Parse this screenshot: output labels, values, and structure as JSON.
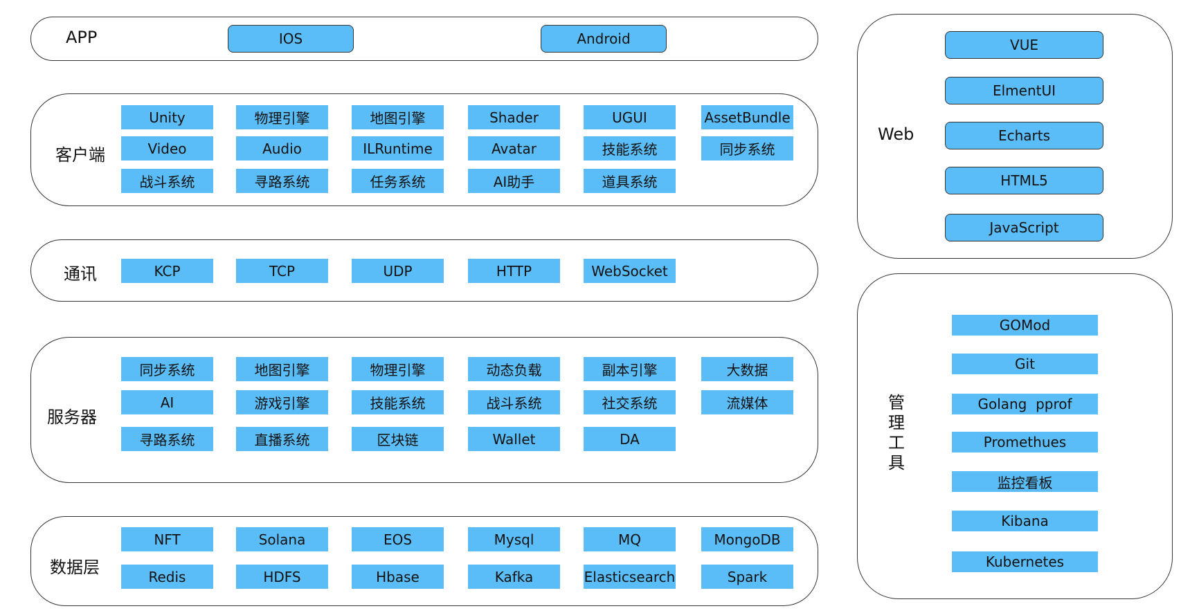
{
  "app": {
    "label": "APP",
    "items": [
      "IOS",
      "Android"
    ]
  },
  "client": {
    "label": "客户端",
    "items": [
      "Unity",
      "物理引擎",
      "地图引擎",
      "Shader",
      "UGUI",
      "AssetBundle",
      "Video",
      "Audio",
      "ILRuntime",
      "Avatar",
      "技能系统",
      "同步系统",
      "战斗系统",
      "寻路系统",
      "任务系统",
      "AI助手",
      "道具系统"
    ]
  },
  "comm": {
    "label": "通讯",
    "items": [
      "KCP",
      "TCP",
      "UDP",
      "HTTP",
      "WebSocket"
    ]
  },
  "server": {
    "label": "服务器",
    "items": [
      "同步系统",
      "地图引擎",
      "物理引擎",
      "动态负载",
      "副本引擎",
      "大数据",
      "AI",
      "游戏引擎",
      "技能系统",
      "战斗系统",
      "社交系统",
      "流媒体",
      "寻路系统",
      "直播系统",
      "区块链",
      "Wallet",
      "DA"
    ]
  },
  "data": {
    "label": "数据层",
    "items": [
      "NFT",
      "Solana",
      "EOS",
      "Mysql",
      "MQ",
      "MongoDB",
      "Redis",
      "HDFS",
      "Hbase",
      "Kafka",
      "Elasticsearch",
      "Spark"
    ]
  },
  "web": {
    "label": "Web",
    "items": [
      "VUE",
      "ElmentUI",
      "Echarts",
      "HTML5",
      "JavaScript"
    ]
  },
  "tools": {
    "label_chars": [
      "管",
      "理",
      "工",
      "具"
    ],
    "items": [
      "GOMod",
      "Git",
      "Golang  pprof",
      "Promethues",
      "监控看板",
      "Kibana",
      "Kubernetes"
    ]
  }
}
